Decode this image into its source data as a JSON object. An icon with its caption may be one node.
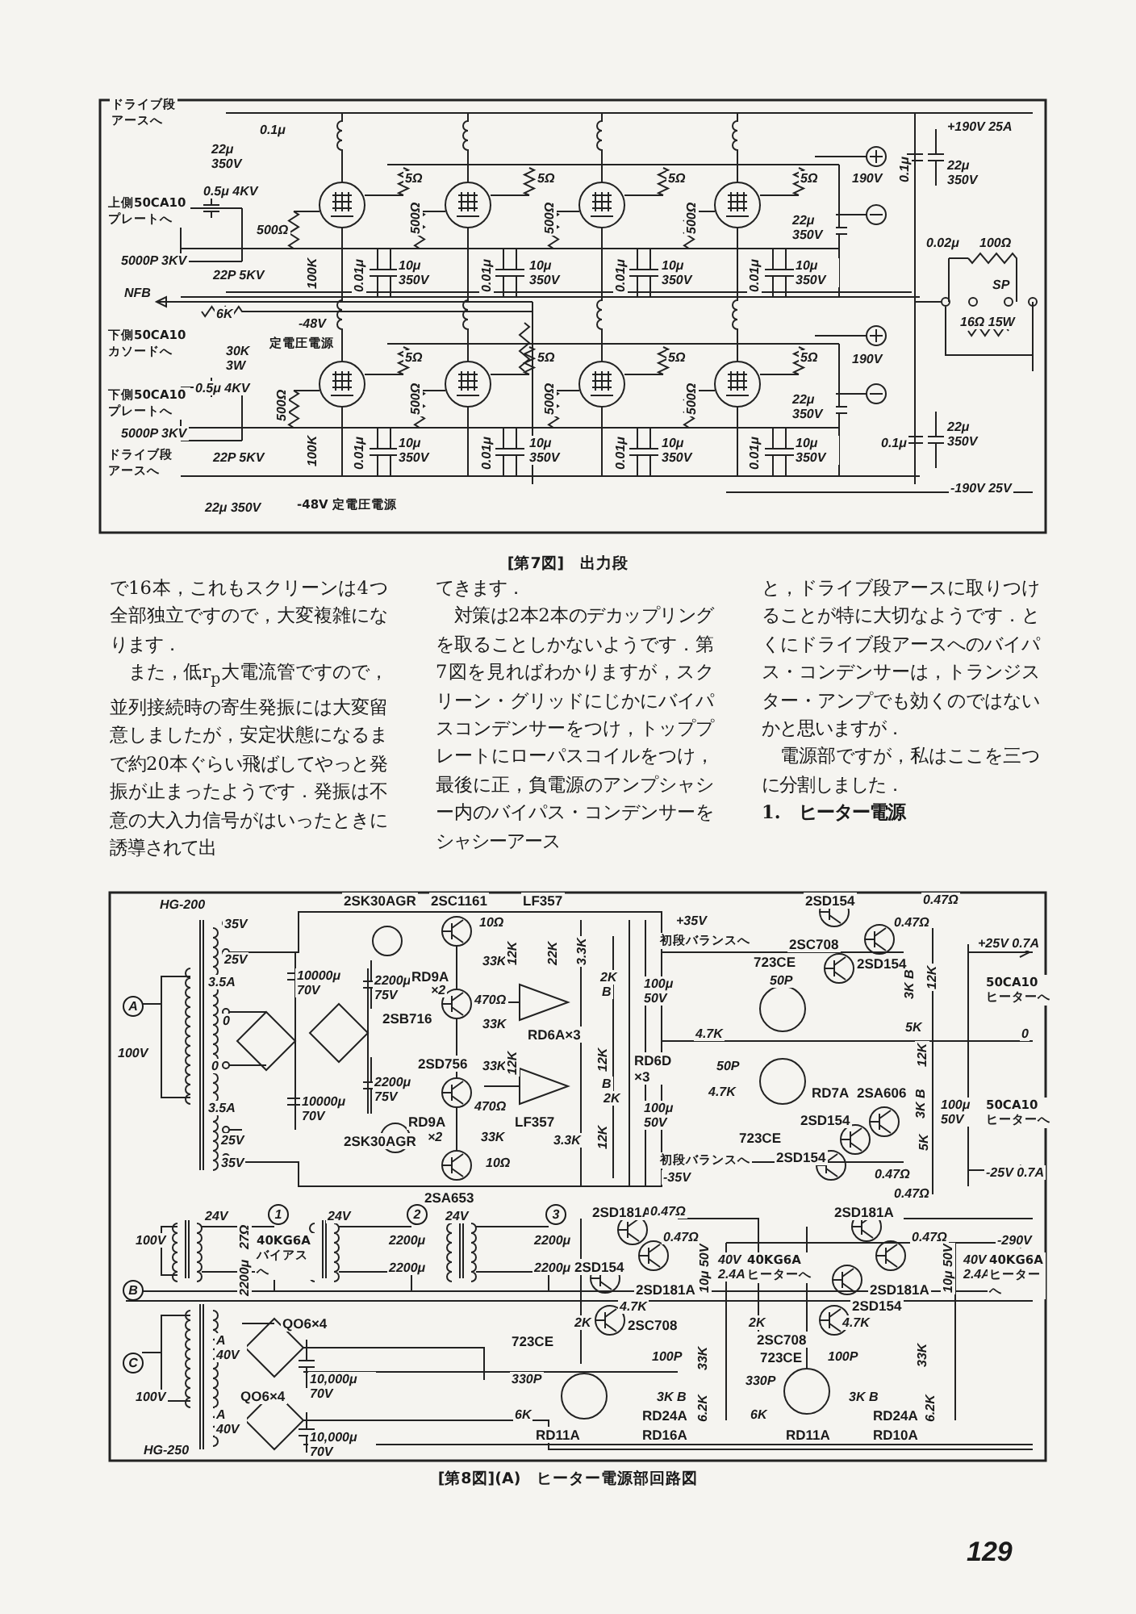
{
  "diagram": {
    "labels": [
      "ドライブ段アースへ",
      "0.1μ",
      "22μ 350V",
      "+190V 25A",
      "5Ω",
      "5Ω",
      "5Ω",
      "5Ω",
      "190V",
      "0.1μ",
      "22μ 350V",
      "上側50CA10プレートへ",
      "0.5μ 4KV",
      "500Ω",
      "500Ω",
      "500Ω",
      "500Ω",
      "22μ 350V",
      "0.02μ",
      "100Ω",
      "5000P 3KV",
      "22P 5KV",
      "100K",
      "0.01μ",
      "10μ 350V",
      "0.01μ",
      "10μ 350V",
      "0.01μ",
      "10μ 350V",
      "0.01μ",
      "10μ 350V",
      "SP",
      "NFB",
      "6K",
      "-48V",
      "16Ω 15W",
      "下側50CA10カソードへ",
      "定電圧電源",
      "30K 3W",
      "5Ω",
      "5Ω",
      "5Ω",
      "5Ω",
      "190V",
      "下側50CA10プレートへ",
      "0.5μ 4KV",
      "500Ω",
      "500Ω",
      "500Ω",
      "500Ω",
      "22μ 350V",
      "5000P 3KV",
      "22μ 350V",
      "0.1μ",
      "ドライブ段アースへ",
      "22P 5KV",
      "100K",
      "0.01μ",
      "10μ 350V",
      "0.01μ",
      "10μ 350V",
      "0.01μ",
      "10μ 350V",
      "0.01μ",
      "10μ 350V",
      "-190V 25V",
      "22μ 350V",
      "-48V 定電圧電源",
      "[第7図]　出力段",
      "で16本，これもスクリーンは4つ全部独立ですので，大変複雑になります．",
      "また，低r$_{p}$大電流管ですので，並列接続時の寄生発振には大変留意しましたが，安定状態になるまで約20本ぐらい飛ばしてやっと発振が止まったようです．発振は不意の大入力信号がはいったときに誘導されて出",
      "てきます．",
      "対策は2本2本のデカップリングを取ることしかないようです．第7図を見ればわかりますが，スクリーン・グリッドにじかにバイパスコンデンサーをつけ，トッププレートにローパスコイルをつけ，最後に正，負電源のアンプシャシー内のバイパス・コンデンサーをシャシーアース",
      "と，ドライブ段アースに取りつけることが特に大切なようです．とくにドライブ段アースへのバイパス・コンデンサーは，トランジスター・アンプでも効くのではないかと思いますが．",
      "電源部ですが，私はここを三つに分割しました．",
      "1.　ヒーター電源",
      "HG-200",
      "2SK30AGR",
      "2SC1161",
      "LF357",
      "2SD154",
      "0.47Ω",
      "35V",
      "10Ω",
      "+35V",
      "0.47Ω",
      "初段バランスへ",
      "2SC708",
      "+25V 0.7A",
      "25V",
      "33K",
      "12K",
      "22K",
      "3.3K",
      "723CE",
      "2SD154",
      "3.5A",
      "10000μ 70V",
      "2200μ 75V",
      "RD9A",
      "×2",
      "2K",
      "B",
      "100μ 50V",
      "50P",
      "3K B",
      "12K",
      "50CA10ヒーターへ",
      "A",
      "470Ω",
      "0",
      "2SB716",
      "33K",
      "RD6A×3",
      "4.7K",
      "5K",
      "0",
      "100V",
      "0",
      "2SD756",
      "33K",
      "12K",
      "12K",
      "RD6D ×3",
      "50P",
      "12K",
      "2200μ 75V",
      "B",
      "2K",
      "4.7K",
      "RD7A",
      "2SA606",
      "3.5A",
      "10000μ 70V",
      "RD9A",
      "470Ω",
      "LF357",
      "100μ 50V",
      "2SD154",
      "3K B",
      "100μ 50V",
      "50CA10ヒーターへ",
      "25V",
      "2SK30AGR",
      "×2",
      "33K",
      "3.3K",
      "12K",
      "723CE",
      "5K",
      "35V",
      "10Ω",
      "初段バランスへ",
      "2SD154",
      "-35V",
      "0.47Ω",
      "-25V 0.7A",
      "2SA653",
      "0.47Ω",
      "24V",
      "1",
      "24V",
      "2",
      "24V",
      "3",
      "2SD181A",
      "0.47Ω",
      "2SD181A",
      "100V",
      "27Ω",
      "40KG6Aバイアスへ",
      "2200μ",
      "2200μ",
      "0.47Ω",
      "0.47Ω",
      "-290V",
      "B",
      "2200μ",
      "2200μ",
      "2200μ",
      "2SD154",
      "10μ 50V",
      "40V 2.4A",
      "40KG6Aヒーターへ",
      "10μ 50V",
      "40V 2.4A",
      "40KG6Aヒーターへ",
      "2SD181A",
      "2SD181A",
      "4.7K",
      "2SD154",
      "QO6×4",
      "2K",
      "2SC708",
      "2K",
      "4.7K",
      "A 40V",
      "723CE",
      "2SC708",
      "C",
      "100P",
      "33K",
      "723CE",
      "100P",
      "33K",
      "10,000μ 70V",
      "330P",
      "330P",
      "100V",
      "QO6×4",
      "3K B",
      "3K B",
      "A 40V",
      "6K",
      "RD24A",
      "6.2K",
      "6K",
      "RD24A",
      "6.2K",
      "RD11A",
      "RD16A",
      "RD11A",
      "RD10A",
      "HG-250",
      "10,000μ 70V",
      "[第8図](A)　ヒーター電源部回路図",
      "129"
    ]
  }
}
